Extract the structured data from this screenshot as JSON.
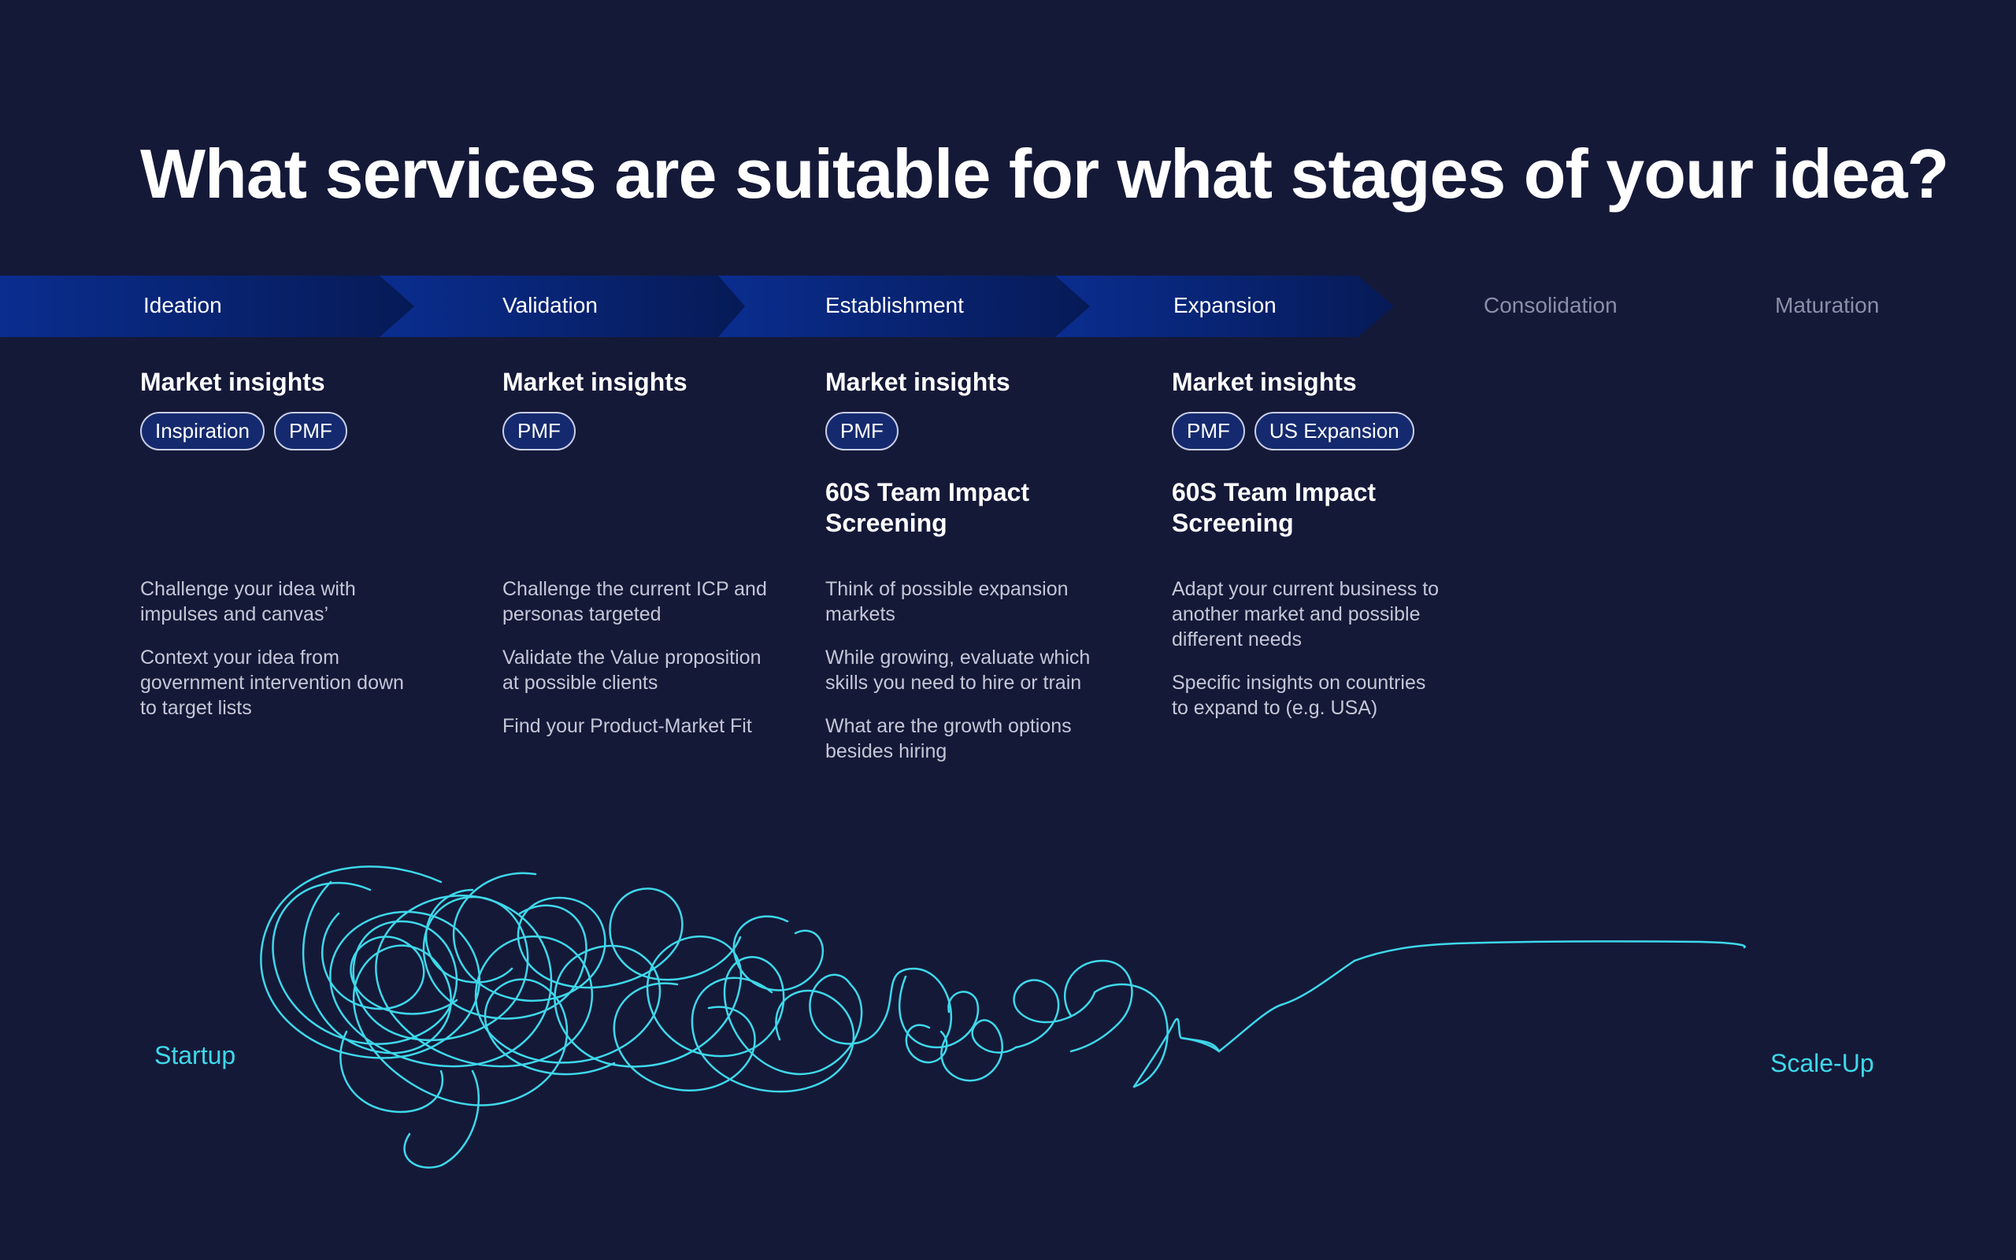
{
  "title": "What services are suitable for what stages of your idea?",
  "stages": [
    {
      "label": "Ideation",
      "active": true
    },
    {
      "label": "Validation",
      "active": true
    },
    {
      "label": "Establishment",
      "active": true
    },
    {
      "label": "Expansion",
      "active": true
    },
    {
      "label": "Consolidation",
      "active": false
    },
    {
      "label": "Maturation",
      "active": false
    }
  ],
  "columns": [
    {
      "services": [
        {
          "title": "Market insights",
          "tags": [
            "Inspiration",
            "PMF"
          ]
        }
      ],
      "descriptions": [
        "Challenge your idea with impulses and canvas’",
        "Context your idea from government intervention down to target lists"
      ]
    },
    {
      "services": [
        {
          "title": "Market insights",
          "tags": [
            "PMF"
          ]
        }
      ],
      "descriptions": [
        "Challenge the current ICP and personas targeted",
        "Validate the Value proposition at possible clients",
        "Find your Product-Market Fit"
      ]
    },
    {
      "services": [
        {
          "title": "Market insights",
          "tags": [
            "PMF"
          ]
        },
        {
          "title": "60S Team Impact Screening",
          "tags": []
        }
      ],
      "descriptions": [
        "Think of possible expansion markets",
        "While growing, evaluate which skills you need to hire or train",
        "What are the growth options besides hiring"
      ]
    },
    {
      "services": [
        {
          "title": "Market insights",
          "tags": [
            "PMF",
            "US Expansion"
          ]
        },
        {
          "title": "60S Team Impact Screening",
          "tags": []
        }
      ],
      "descriptions": [
        "Adapt your current business to another market and possible different needs",
        "Specific insights on countries to expand to (e.g. USA)"
      ]
    }
  ],
  "journey": {
    "start_label": "Startup",
    "end_label": "Scale-Up"
  },
  "colors": {
    "background": "#151938",
    "band_dark": "#0a2a8a",
    "band_light": "#071c5c",
    "accent": "#3ed8ea",
    "tag_fill": "#152a6e"
  }
}
